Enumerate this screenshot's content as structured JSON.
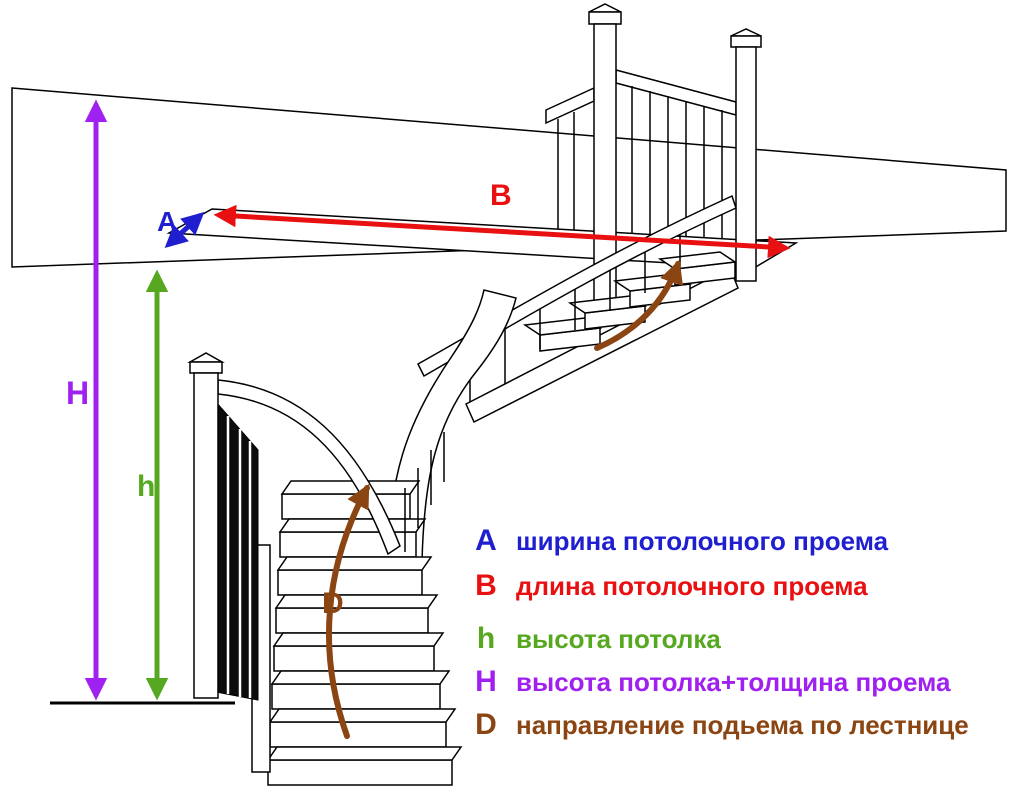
{
  "labels": {
    "A": "A",
    "B": "B",
    "h": "h",
    "H": "H",
    "D": "D"
  },
  "colors": {
    "A": "#1f1fd0",
    "B": "#e81010",
    "h": "#55a820",
    "H": "#a020f0",
    "D": "#8b4513",
    "line": "#000000"
  },
  "legend": [
    {
      "letter": "A",
      "text": "ширина потолочного проема"
    },
    {
      "letter": "B",
      "text": "длина потолочного проема"
    },
    {
      "letter": "h",
      "text": "высота потолка"
    },
    {
      "letter": "H",
      "text": "высота потолка+толщина проема"
    },
    {
      "letter": "D",
      "text": "направление подьема по лестнице"
    }
  ]
}
